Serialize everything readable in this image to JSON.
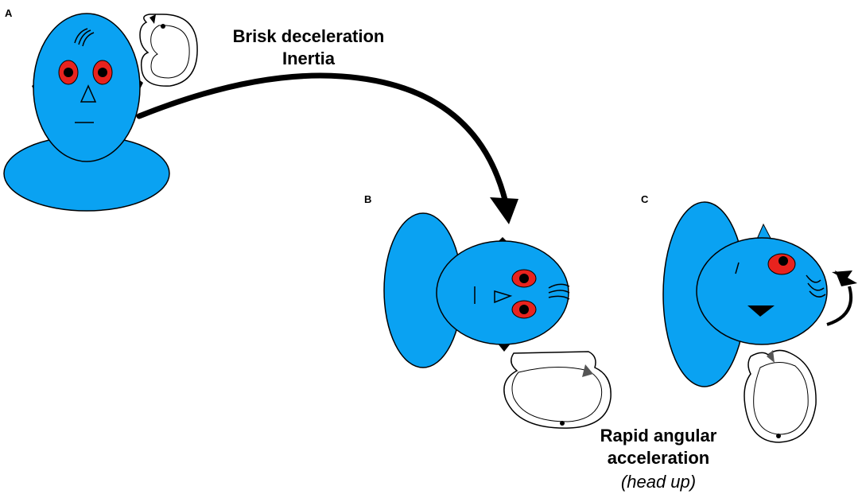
{
  "panels": {
    "a": {
      "letter": "A"
    },
    "b": {
      "letter": "B"
    },
    "c": {
      "letter": "C"
    }
  },
  "labels": {
    "deceleration_line1": "Brisk deceleration",
    "deceleration_line2": "Inertia",
    "acceleration_line1": "Rapid angular",
    "acceleration_line2": "acceleration",
    "acceleration_note": "(head up)"
  },
  "colors": {
    "head_blue": "#0aa2f2",
    "eye_red": "#e8231e",
    "outline": "#000000",
    "canal_fill": "#ffffff"
  }
}
